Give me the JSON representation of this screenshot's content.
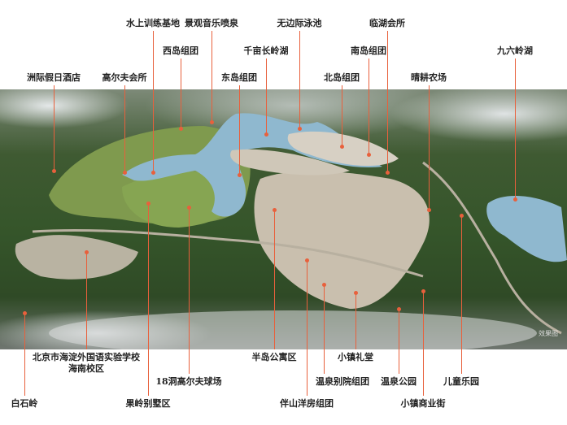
{
  "top_labels": [
    "水上训练基地",
    "景观音乐喷泉",
    "无边际泳池",
    "临湖会所",
    "西岛组团",
    "千亩长岭湖",
    "南岛组团",
    "九六岭湖",
    "洲际假日酒店",
    "高尔夫会所",
    "东岛组团",
    "北岛组团",
    "晴耕农场"
  ],
  "bottom_labels": {
    "school_line1": "北京市海淀外国语实验学校",
    "school_line2": "海南校区",
    "baishiling": "白石岭",
    "golf18": "18洞高尔夫球场",
    "villa": "果岭别墅区",
    "peninsula": "半岛公寓区",
    "banshan": "伴山洋房组团",
    "chapel": "小镇礼堂",
    "hotspring_villa": "温泉别院组团",
    "hotspring_park": "温泉公园",
    "commercial": "小镇商业街",
    "kids": "儿童乐园"
  },
  "watermark": "效果图",
  "colors": {
    "leader": "#e8603c",
    "lake": "#8fb8cf"
  }
}
